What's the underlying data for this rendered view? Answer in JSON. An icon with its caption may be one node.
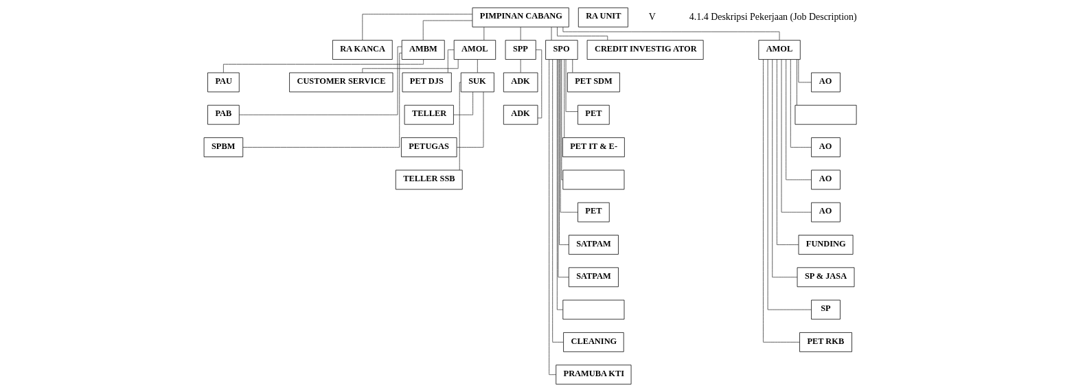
{
  "diagram": {
    "nodes": [
      {
        "text": [
          "PIMPINAN CABANG"
        ]
      },
      {
        "text": [
          "RA KANCA"
        ]
      },
      {
        "text": [
          "RA UNIT"
        ]
      },
      {
        "text": [
          "AMBM"
        ]
      },
      {
        "text": [
          "PAU"
        ]
      },
      {
        "text": [
          "PAB"
        ]
      },
      {
        "text": [
          "SPBM"
        ]
      },
      {
        "text": [
          "AMOL"
        ]
      },
      {
        "text": [
          "CUSTOMER SERVICE"
        ]
      },
      {
        "text": [
          "PET DJS"
        ]
      },
      {
        "text": [
          "SUK"
        ]
      },
      {
        "text": [
          "TELLER"
        ]
      },
      {
        "text": [
          "PETUGAS"
        ]
      },
      {
        "text": [
          "TELLER SSB"
        ]
      },
      {
        "text": [
          "SPP"
        ]
      },
      {
        "text": [
          "ADK"
        ]
      },
      {
        "text": [
          "ADK"
        ]
      },
      {
        "text": [
          "SPO"
        ]
      },
      {
        "text": [
          "PET SDM"
        ]
      },
      {
        "text": [
          "PET"
        ]
      },
      {
        "text": [
          "PET IT & E-"
        ]
      },
      {
        "text": [],
        "shape": "box"
      },
      {
        "text": [
          "PET"
        ]
      },
      {
        "text": [
          "SATPAM"
        ]
      },
      {
        "text": [
          "SATPAM"
        ]
      },
      {
        "text": [],
        "shape": "box"
      },
      {
        "text": [
          "CLEANING"
        ]
      },
      {
        "text": [
          "PRAMUBA KTI"
        ]
      },
      {
        "text": [
          "CREDIT INVESTIG ATOR"
        ]
      },
      {
        "text": [
          "AMOL"
        ]
      },
      {
        "text": [
          "AO"
        ]
      },
      {
        "text": [],
        "shape": "box"
      },
      {
        "text": [
          "AO"
        ]
      },
      {
        "text": [
          "AO"
        ]
      },
      {
        "text": [
          "AO"
        ]
      },
      {
        "text": [
          "FUNDING"
        ]
      },
      {
        "text": [
          "SP & JASA"
        ]
      },
      {
        "text": [
          "SP"
        ]
      },
      {
        "text": [
          "PET RKB"
        ]
      }
    ],
    "edges": [
      {
        "from": 0,
        "to": 1,
        "arrow": "none"
      },
      {
        "from": 0,
        "to": 3,
        "arrow": "none"
      },
      {
        "from": 0,
        "to": 7,
        "arrow": "none"
      },
      {
        "from": 0,
        "to": 14,
        "arrow": "none"
      },
      {
        "from": 0,
        "to": 17,
        "arrow": "none"
      },
      {
        "from": 0,
        "to": 28,
        "arrow": "none"
      },
      {
        "from": 0,
        "to": 29,
        "arrow": "none"
      },
      {
        "from": 3,
        "to": 4,
        "arrow": "none"
      },
      {
        "from": 3,
        "to": 5,
        "arrow": "none"
      },
      {
        "from": 3,
        "to": 6,
        "arrow": "none"
      },
      {
        "from": 7,
        "to": 8,
        "arrow": "none"
      },
      {
        "from": 7,
        "to": 9,
        "arrow": "none"
      },
      {
        "from": 7,
        "to": 10,
        "arrow": "none"
      },
      {
        "from": 10,
        "to": 11,
        "arrow": "none"
      },
      {
        "from": 10,
        "to": 12,
        "arrow": "none"
      },
      {
        "from": 10,
        "to": 13,
        "arrow": "none"
      },
      {
        "from": 14,
        "to": 15,
        "arrow": "none"
      },
      {
        "from": 14,
        "to": 16,
        "arrow": "none"
      },
      {
        "from": 17,
        "to": 18,
        "arrow": "none"
      },
      {
        "from": 17,
        "to": 19,
        "arrow": "none"
      },
      {
        "from": 17,
        "to": 20,
        "arrow": "none"
      },
      {
        "from": 17,
        "to": 21,
        "arrow": "none"
      },
      {
        "from": 17,
        "to": 22,
        "arrow": "none"
      },
      {
        "from": 17,
        "to": 23,
        "arrow": "none"
      },
      {
        "from": 17,
        "to": 24,
        "arrow": "none"
      },
      {
        "from": 17,
        "to": 25,
        "arrow": "none"
      },
      {
        "from": 17,
        "to": 26,
        "arrow": "none"
      },
      {
        "from": 17,
        "to": 27,
        "arrow": "none"
      },
      {
        "from": 29,
        "to": 30,
        "arrow": "none"
      },
      {
        "from": 29,
        "to": 31,
        "arrow": "none"
      },
      {
        "from": 29,
        "to": 32,
        "arrow": "none"
      },
      {
        "from": 29,
        "to": 33,
        "arrow": "none"
      },
      {
        "from": 29,
        "to": 34,
        "arrow": "none"
      },
      {
        "from": 29,
        "to": 35,
        "arrow": "none"
      },
      {
        "from": 29,
        "to": 36,
        "arrow": "none"
      },
      {
        "from": 29,
        "to": 37,
        "arrow": "none"
      },
      {
        "from": 29,
        "to": 38,
        "arrow": "none"
      }
    ],
    "labels": [
      "V",
      "4.1.4 Deskripsi Pekerjaan (Job Description)"
    ]
  }
}
